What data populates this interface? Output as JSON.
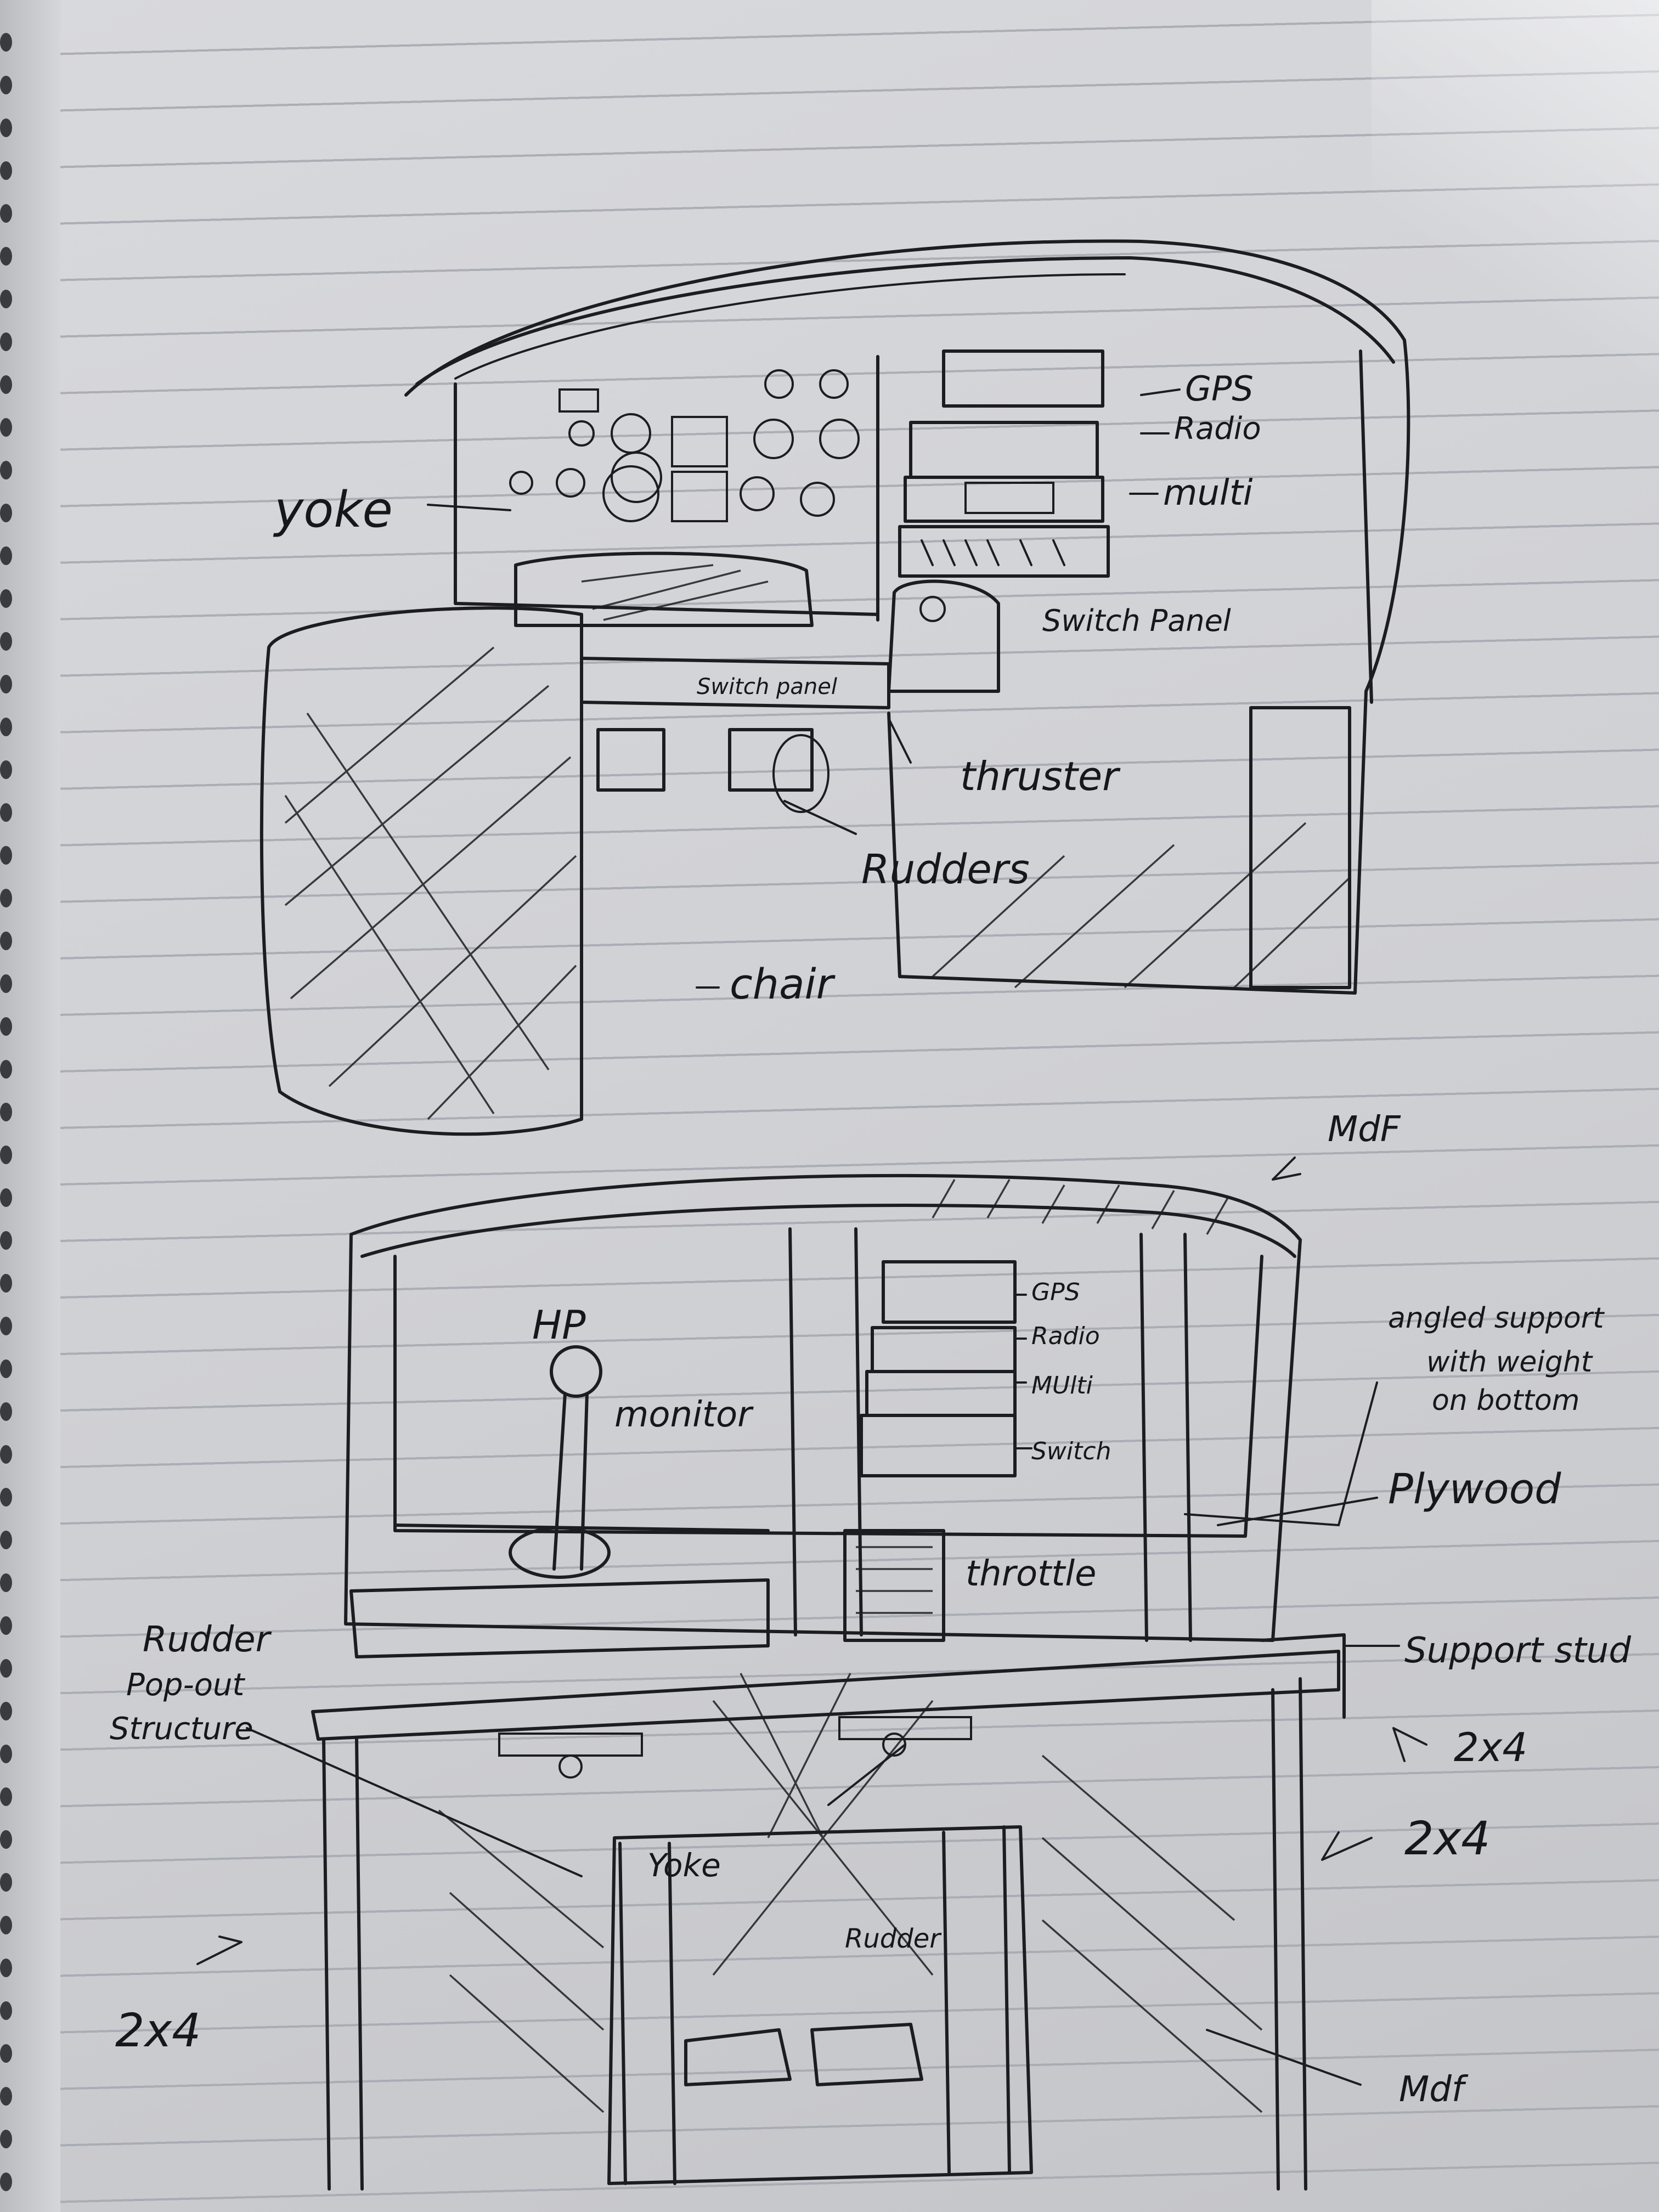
{
  "top_sketch": {
    "labels": {
      "yoke": "yoke",
      "gps": "GPS",
      "radio": "Radio",
      "multi": "multi",
      "switch_panel": "Switch Panel",
      "throttle": "thruster",
      "switch_small": "Switch panel",
      "rudders": "Rudders",
      "chair": "chair"
    }
  },
  "bottom_sketch": {
    "labels": {
      "mdf_top": "MdF",
      "hp": "HP",
      "monitor": "monitor",
      "gps": "GPS",
      "radio": "Radio",
      "multi": "MUlti",
      "switch": "Switch",
      "angled_support_1": "angled support",
      "angled_support_2": "with weight",
      "angled_support_3": "on bottom",
      "plywood": "Plywood",
      "throttle": "throttle",
      "support_stud": "Support stud",
      "two_by_four_a": "2x4",
      "two_by_four_b": "2x4",
      "two_by_four_c": "2x4",
      "rudder_popout_1": "Rudder",
      "rudder_popout_2": "Pop-out",
      "rudder_popout_3": "Structure",
      "yoke": "Yoke",
      "rudder": "Rudder",
      "mdf_bottom": "Mdf"
    }
  }
}
